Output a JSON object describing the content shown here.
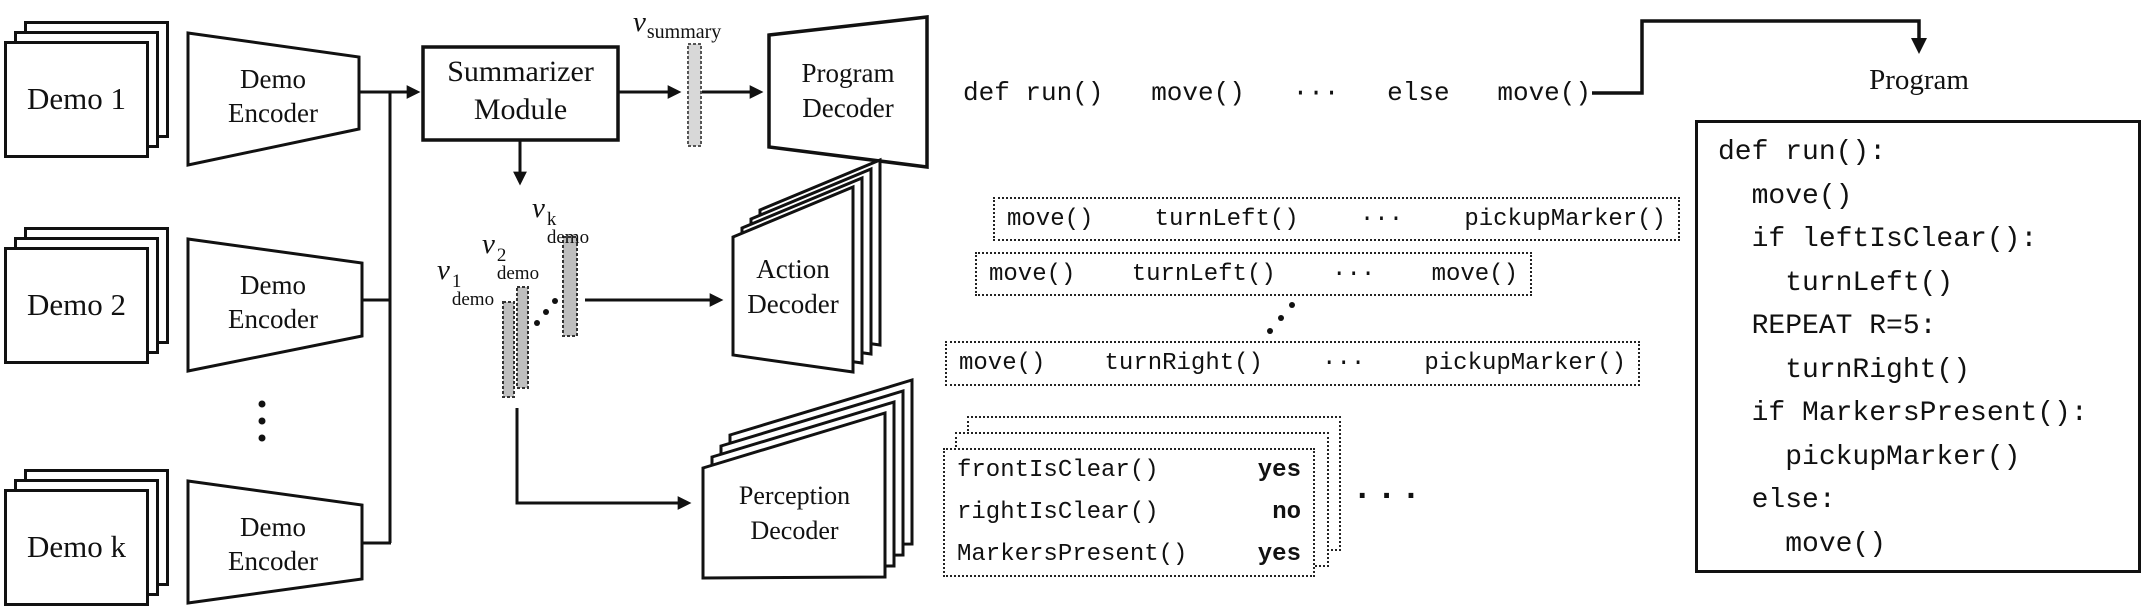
{
  "colors": {
    "ink": "#111111",
    "vector_fill": "#bfbfbf",
    "summary_vector_fill": "#d8d8d8"
  },
  "demos": {
    "items": [
      {
        "label": "Demo 1"
      },
      {
        "label": "Demo 2"
      },
      {
        "label": "Demo k"
      }
    ],
    "encoder_label": "Demo\nEncoder"
  },
  "summarizer": {
    "label": "Summarizer\nModule"
  },
  "vectors": {
    "summary": {
      "base": "v",
      "sub": "summary"
    },
    "demo1": {
      "base": "v",
      "sup": "1",
      "sub": "demo"
    },
    "demo2": {
      "base": "v",
      "sup": "2",
      "sub": "demo"
    },
    "demok": {
      "base": "v",
      "sup": "k",
      "sub": "demo"
    }
  },
  "program_decoder": {
    "label": "Program\nDecoder"
  },
  "action_decoder": {
    "label": "Action\nDecoder"
  },
  "perception_decoder": {
    "label": "Perception\nDecoder"
  },
  "flow_text": {
    "tokens": [
      "def run()",
      "move()",
      "···",
      "else",
      "move()"
    ]
  },
  "action_rows": [
    {
      "tokens": [
        "move()",
        "turnLeft()",
        "···",
        "pickupMarker()"
      ]
    },
    {
      "tokens": [
        "move()",
        "turnLeft()",
        "···",
        "move()"
      ]
    },
    {
      "tokens": [
        "move()",
        "turnRight()",
        "···",
        "pickupMarker()"
      ]
    }
  ],
  "perception_output": {
    "rows": [
      {
        "name": "frontIsClear()",
        "value": "yes"
      },
      {
        "name": "rightIsClear()",
        "value": "no"
      },
      {
        "name": "MarkersPresent()",
        "value": "yes"
      }
    ],
    "more": "···"
  },
  "program": {
    "title": "Program",
    "lines": [
      "def run():",
      "  move()",
      "  if leftIsClear():",
      "    turnLeft()",
      "  REPEAT R=5:",
      "    turnRight()",
      "  if MarkersPresent():",
      "    pickupMarker()",
      "  else:",
      "    move()"
    ]
  }
}
